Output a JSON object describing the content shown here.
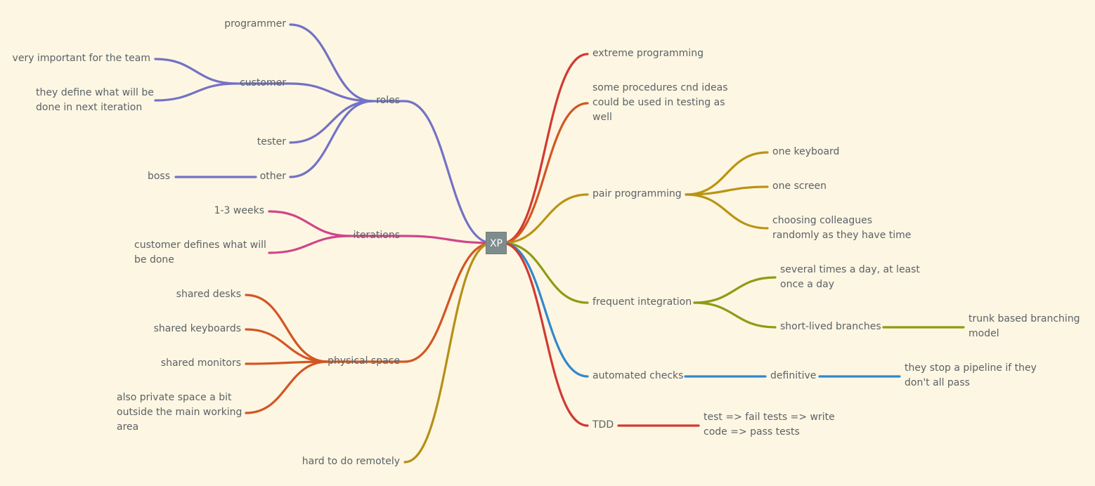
{
  "root": {
    "label": "XP"
  },
  "colors": {
    "roles": "#7372c4",
    "iterations": "#d14588",
    "physical": "#d25623",
    "remote": "#b59015",
    "extreme": "#d13a32",
    "procedures": "#d25623",
    "pair": "#b99413",
    "integration": "#8f9b14",
    "checks": "#2f88cb",
    "tdd": "#d13a32"
  },
  "nodes": {
    "programmer": "programmer",
    "very_important": "very important for the team",
    "customer": "customer",
    "they_define": "they define what will be\ndone in next iteration",
    "tester": "tester",
    "boss": "boss",
    "other": "other",
    "roles": "roles",
    "weeks": "1-3 weeks",
    "iterations": "iterations",
    "customer_defines": "customer defines what will\nbe done",
    "shared_desks": "shared desks",
    "shared_keyboards": "shared keyboards",
    "shared_monitors": "shared monitors",
    "private_space": "also private space a bit\noutside the main working\narea",
    "physical_space": "physical space",
    "hard_remote": "hard to do remotely",
    "extreme_programming": "extreme programming",
    "procedures": "some procedures cnd ideas\ncould be used in testing as\nwell",
    "pair_programming": "pair programming",
    "one_keyboard": "one keyboard",
    "one_screen": "one screen",
    "choosing_colleagues": "choosing colleagues\nrandomly as they have time",
    "frequent_integration": "frequent integration",
    "several_times": "several times a day, at least\nonce a day",
    "short_lived": "short-lived branches",
    "trunk_based": "trunk based branching\nmodel",
    "automated_checks": "automated checks",
    "definitive": "definitive",
    "stop_pipeline": "they stop a pipeline if they\ndon't all pass",
    "tdd": "TDD",
    "tdd_cycle": "test => fail tests => write\ncode => pass tests"
  }
}
